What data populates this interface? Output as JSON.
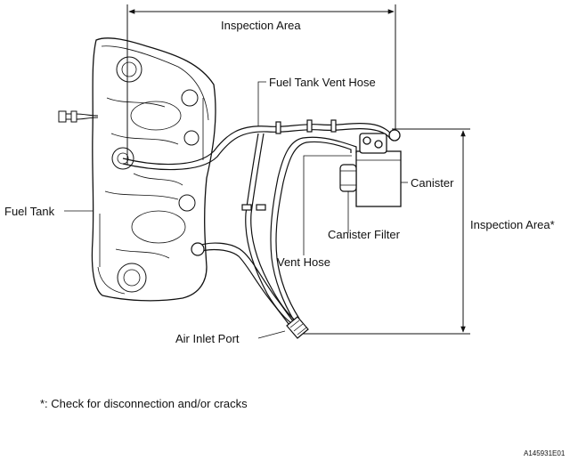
{
  "labels": {
    "inspection_area_top": "Inspection Area",
    "fuel_tank_vent_hose": "Fuel Tank Vent Hose",
    "fuel_tank": "Fuel Tank",
    "canister": "Canister",
    "canister_filter": "Canister Filter",
    "vent_hose": "Vent Hose",
    "inspection_area_right": "Inspection Area*",
    "air_inlet_port": "Air Inlet Port"
  },
  "footnote": "*: Check for disconnection and/or cracks",
  "figure_id": "A145931E01"
}
